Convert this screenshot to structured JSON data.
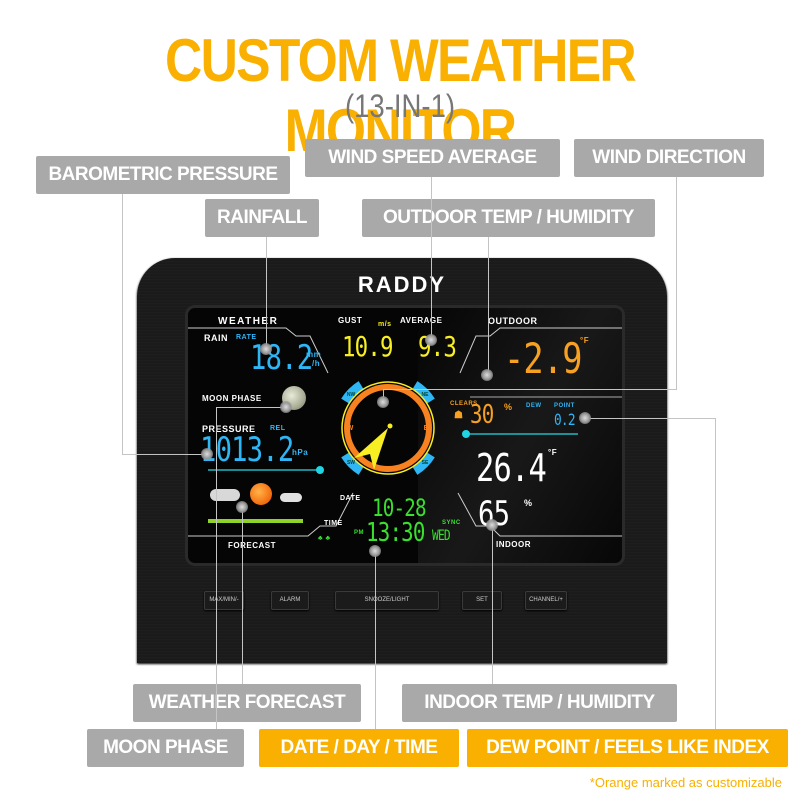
{
  "header": {
    "title": "CUSTOM WEATHER MONITOR",
    "subtitle": "(13-IN-1)"
  },
  "callouts": {
    "barometric_pressure": "BAROMETRIC PRESSURE",
    "wind_speed_average": "WIND SPEED AVERAGE",
    "wind_direction": "WIND DIRECTION",
    "rainfall": "RAINFALL",
    "outdoor_temp_humidity": "OUTDOOR TEMP / HUMIDITY",
    "weather_forecast": "WEATHER FORECAST",
    "indoor_temp_humidity": "INDOOR TEMP / HUMIDITY",
    "moon_phase": "MOON PHASE",
    "date_day_time": "DATE / DAY / TIME",
    "dew_point_feels_like": "DEW POINT / FEELS LIKE INDEX"
  },
  "colors": {
    "accent_orange": "#F9B000",
    "callout_gray": "#A9A9A9",
    "lcd_blue": "#2EB6F5",
    "lcd_yellow": "#F7EE24",
    "lcd_orange": "#F7A021",
    "lcd_green": "#39E02E"
  },
  "device": {
    "brand": "RADDY",
    "screen": {
      "weather_label": "WEATHER",
      "rain_label": "RAIN",
      "rate_label": "RATE",
      "rain_value": "18.2",
      "rain_unit_top": "mm",
      "rain_unit_bottom": "/h",
      "moon_phase_label": "MOON PHASE",
      "pressure_label": "PRESSURE",
      "rel_label": "REL",
      "pressure_value": "1013.2",
      "pressure_unit": "hPa",
      "forecast_label": "FORECAST",
      "gust_label": "GUST",
      "wind_unit": "m/s",
      "average_label": "AVERAGE",
      "gust_value": "10.9",
      "average_value": "9.3",
      "compass": {
        "n": "N",
        "s": "S",
        "e": "E",
        "w": "W",
        "ne": "NE",
        "nw": "NW",
        "se": "SE",
        "sw": "SW"
      },
      "date_label": "DATE",
      "date_value": "10-28",
      "time_label": "TIME",
      "pm_label": "PM",
      "time_value": "13:30",
      "weekday": "WED",
      "sync_label": "SYNC",
      "outdoor_label": "OUTDOOR",
      "outdoor_temp": "-2.9",
      "outdoor_temp_unit": "°F",
      "outdoor_humidity": "30",
      "humidity_unit": "%",
      "comfort_label": "CLEARS",
      "dew_label": "DEW",
      "point_label": "POINT",
      "dew_value": "0.2",
      "indoor_temp": "26.4",
      "indoor_temp_unit": "°F",
      "indoor_humidity": "65",
      "indoor_label": "INDOOR"
    },
    "buttons": [
      "MAX/MIN/-",
      "ALARM",
      "SNOOZE/LIGHT",
      "SET",
      "CHANNEL/+"
    ]
  },
  "footnote": "*Orange marked as customizable"
}
